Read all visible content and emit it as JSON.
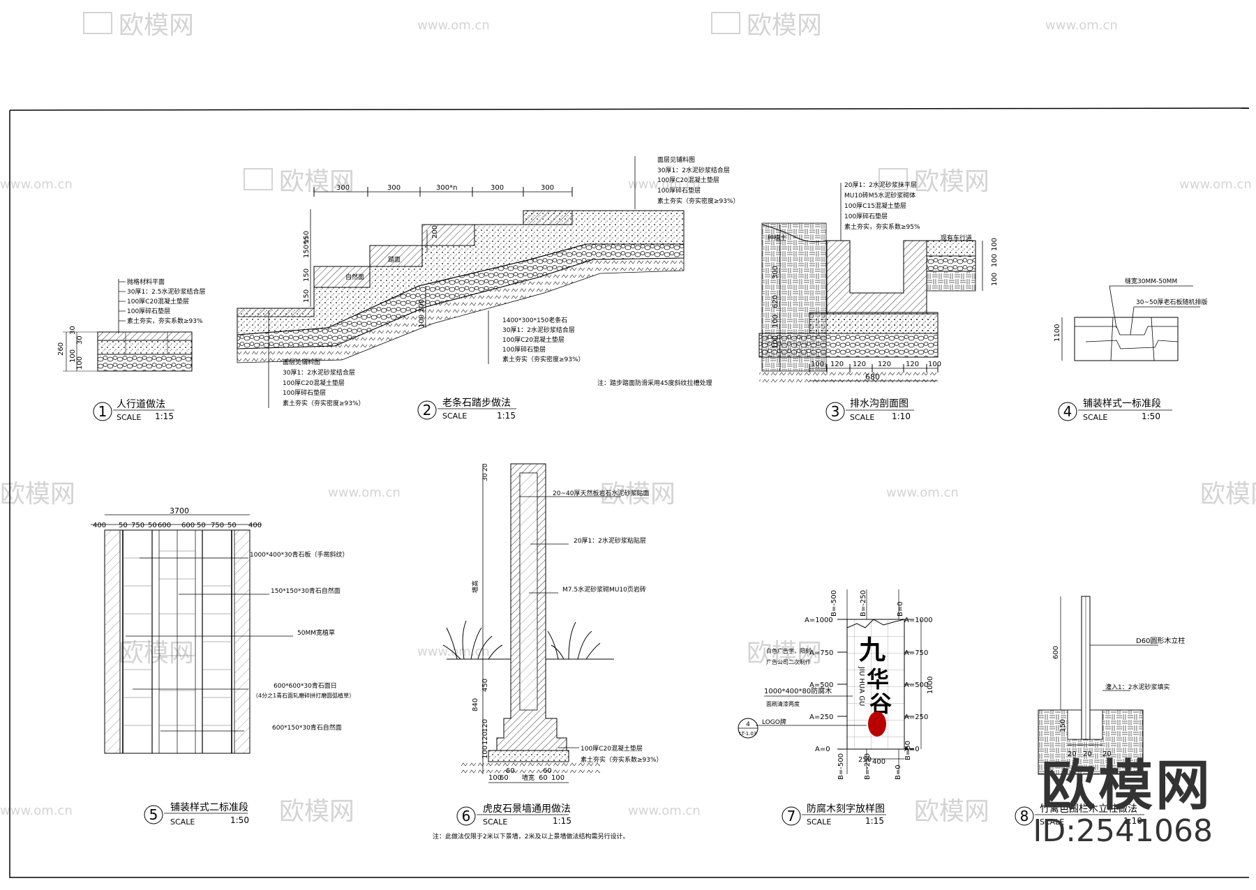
{
  "watermark": {
    "logo_text": "欧模网",
    "url_text": "www.om.cn"
  },
  "brand": {
    "logo": "欧模网",
    "id": "ID:2541068"
  },
  "details": [
    {
      "num": "1",
      "title": "人行道做法",
      "scale": "SCALE",
      "ratio": "1:15",
      "notes": [
        "抛格材料平面",
        "30厚1：2.5水泥砂浆结合层",
        "100厚C20混凝土垫层",
        "100厚碎石垫层",
        "素土夯实，夯实系数≥93%"
      ],
      "dims": [
        "260",
        "30",
        "30",
        "100",
        "100"
      ]
    },
    {
      "num": "2",
      "title": "老条石踏步做法",
      "scale": "SCALE",
      "ratio": "1:15",
      "top_dims": [
        "300",
        "300",
        "300*n",
        "300",
        "300"
      ],
      "left_dims": [
        "150",
        "150*n",
        "150",
        "150"
      ],
      "rise_dims": [
        "200",
        "100",
        "100"
      ],
      "labels": [
        "自然面",
        "踏面"
      ],
      "notes_top": [
        "面层见铺料图",
        "30厚1：2水泥砂浆结合层",
        "100厚C20混凝土垫层",
        "100厚碎石垫层",
        "素土夯实（夯实密度≥93%）"
      ],
      "notes_mid": [
        "1400*300*150老条石",
        "30厚1：2水泥砂浆结合层",
        "100厚C20混凝土垫层",
        "100厚碎石垫层",
        "素土夯实（夯实密度≥93%）"
      ],
      "notes_bottom": [
        "面层见铺料图",
        "30厚1：2水泥砂浆结合层",
        "100厚C20混凝土垫层",
        "100厚碎石垫层",
        "素土夯实（夯实密度≥93%）"
      ],
      "footnote": "注：踏步踏面防滑采用45度斜纹拉槽处理"
    },
    {
      "num": "3",
      "title": "排水沟剖面图",
      "scale": "SCALE",
      "ratio": "1:10",
      "notes": [
        "20厚1：2水泥砂浆抹平层",
        "MU10砖M5水泥砂浆砌体",
        "100厚C15混凝土垫层",
        "100厚碎石垫层",
        "素土夯实，夯实系数≥95%"
      ],
      "labels": [
        "种植土",
        "现有车行道"
      ],
      "dims": [
        "300",
        "620",
        "100",
        "100",
        "100",
        "100",
        "100",
        "100",
        "120",
        "120",
        "120",
        "120",
        "100",
        "680"
      ]
    },
    {
      "num": "4",
      "title": "铺装样式一标准段",
      "scale": "SCALE",
      "ratio": "1:50",
      "notes": [
        "缝宽30MM-50MM",
        "30~50厚老石板随机排版"
      ],
      "dims": [
        "1100"
      ]
    },
    {
      "num": "5",
      "title": "铺装样式二标准段",
      "scale": "SCALE",
      "ratio": "1:50",
      "top_total": "3700",
      "top_dims": [
        "400",
        "50",
        "750",
        "50",
        "600",
        "600",
        "50",
        "750",
        "50",
        "400"
      ],
      "notes": [
        "1000*400*30青石板（手凿斜纹）",
        "150*150*30青石自然面",
        "50MM宽植草",
        "600*600*30青石面日",
        "（4分之1青石面轧磨碎拼打磨圆弧植草）",
        "600*150*30青石自然面"
      ]
    },
    {
      "num": "6",
      "title": "虎皮石景墙通用做法",
      "scale": "SCALE",
      "ratio": "1:15",
      "notes": [
        "20~40厚天然板岩石水泥砂浆贴面",
        "20厚1：2水泥砂浆粘贴层",
        "M7.5水泥砂浆砌MU10页岩砖",
        "100厚C20混凝土垫层",
        "素土夯实（夯实系数≥93%）"
      ],
      "left_dims": [
        "20",
        "30",
        "墙高",
        "450",
        "840",
        "120",
        "120",
        "100"
      ],
      "bottom_dims": [
        "100",
        "60",
        "墙宽",
        "60",
        "100",
        "60",
        "60"
      ],
      "footnote": "注：此做法仅限于2米以下景墙，2米及以上景墙做法结构需另行设计。"
    },
    {
      "num": "7",
      "title": "防腐木刻字放样图",
      "scale": "SCALE",
      "ratio": "1:15",
      "a_left": [
        "A=1000",
        "A=750",
        "A=500",
        "A=250",
        "A=0"
      ],
      "a_right": [
        "A=1000",
        "A=750",
        "A=500",
        "A=250",
        "A=0"
      ],
      "b_top": [
        "B=-500",
        "B=-250",
        "B=0"
      ],
      "b_bottom": [
        "B=-500",
        "B=-250",
        "B=0",
        "B=50"
      ],
      "notes": [
        "白色广告字，阳刻",
        "广告公司二次制作",
        "1000*400*80防腐木",
        "面刷清漆两度",
        "LOGO牌"
      ],
      "board_text": [
        "九",
        "华",
        "谷",
        "JIU HUA GU"
      ],
      "ref": [
        "4",
        "LT-1.03"
      ],
      "dims": [
        "1000",
        "400",
        "250"
      ]
    },
    {
      "num": "8",
      "title": "竹篱笆围栏木立柱做法",
      "scale": "SCALE",
      "ratio": "1:10",
      "notes": [
        "D60圆形木立柱",
        "灌入1：2水泥砂浆填实"
      ],
      "dims": [
        "600",
        "150",
        "20",
        "20",
        "20"
      ]
    }
  ]
}
